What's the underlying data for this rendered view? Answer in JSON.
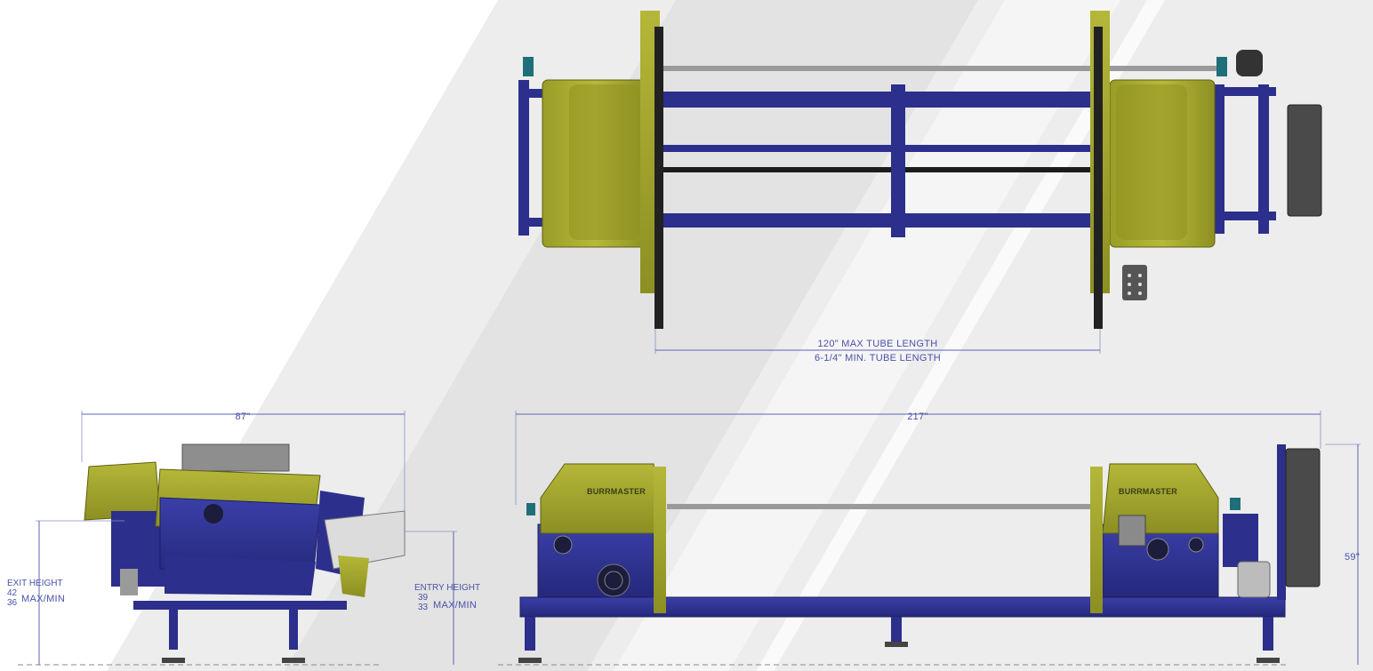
{
  "top_view": {
    "tube_length_max": "120\" MAX TUBE LENGTH",
    "tube_length_min": "6-1/4\" MIN. TUBE LENGTH"
  },
  "end_view": {
    "width": "87\"",
    "exit_label": "EXIT HEIGHT",
    "exit_max": "42",
    "exit_min": "36",
    "exit_suffix": "MAX/MIN",
    "entry_label": "ENTRY HEIGHT",
    "entry_max": "39",
    "entry_min": "33",
    "entry_suffix": "MAX/MIN"
  },
  "side_view": {
    "length": "217\"",
    "height": "59\"",
    "brand_left": "BURRMASTER",
    "brand_right": "BURRMASTER"
  },
  "colors": {
    "frame_blue": "#2c2f8c",
    "housing_olive": "#a9ac2f",
    "dimension_blue": "#4a52a8"
  }
}
